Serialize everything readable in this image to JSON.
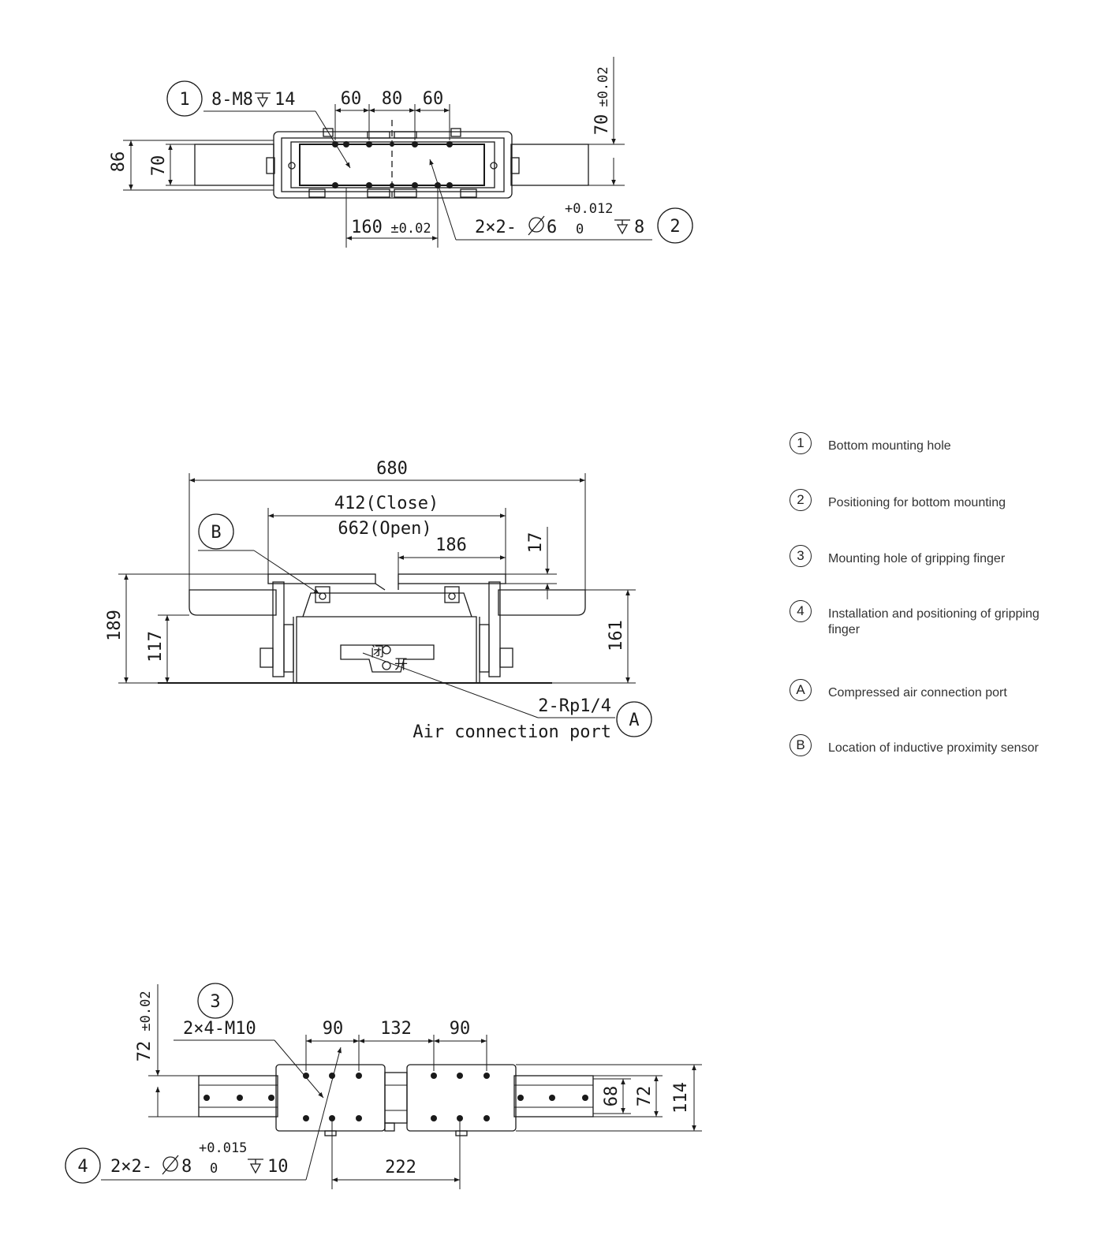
{
  "views": {
    "top": {
      "hole_callout": {
        "marker": "1",
        "spec": "8-M8",
        "depth": "14"
      },
      "pos_callout": {
        "marker": "2",
        "prefix": "2×2-",
        "dia": "6",
        "tol_upper": "+0.012",
        "tol_lower": "0",
        "depth": "8"
      },
      "dims": {
        "w_left": "60",
        "w_mid": "80",
        "w_right": "60",
        "outer_height": "86",
        "inner_height": "70",
        "pin_spacing": "160",
        "pin_tol": "±0.02",
        "side_height": "70",
        "side_tol": "±0.02"
      }
    },
    "front": {
      "dims": {
        "total_width": "680",
        "close": "412(Close)",
        "open": "662(Open)",
        "jaw_width": "186",
        "jaw_offset": "17",
        "total_height": "189",
        "body_height": "117",
        "finger_height": "161"
      },
      "sensor_marker": "B",
      "port_marker": "A",
      "port_spec": "2-Rp1/4",
      "port_label": "Air connection port",
      "port_chars": [
        "闭",
        "开"
      ]
    },
    "bottom": {
      "finger_hole_callout": {
        "marker": "3",
        "spec": "2×4-M10"
      },
      "finger_pos_callout": {
        "marker": "4",
        "prefix": "2×2-",
        "dia": "8",
        "tol_upper": "+0.015",
        "tol_lower": "0",
        "depth": "10"
      },
      "dims": {
        "left_span": "90",
        "mid_span": "132",
        "right_span": "90",
        "pin_spacing": "222",
        "h68": "68",
        "h72": "72",
        "h114": "114",
        "side_height": "72",
        "side_tol": "±0.02"
      }
    }
  },
  "legend": [
    {
      "marker": "1",
      "text": "Bottom mounting hole"
    },
    {
      "marker": "2",
      "text": "Positioning for bottom mounting"
    },
    {
      "marker": "3",
      "text": "Mounting hole of gripping finger"
    },
    {
      "marker": "4",
      "text": "Installation and positioning of gripping finger"
    },
    {
      "marker": "A",
      "text": "Compressed air connection port"
    },
    {
      "marker": "B",
      "text": "Location of inductive proximity sensor"
    }
  ]
}
